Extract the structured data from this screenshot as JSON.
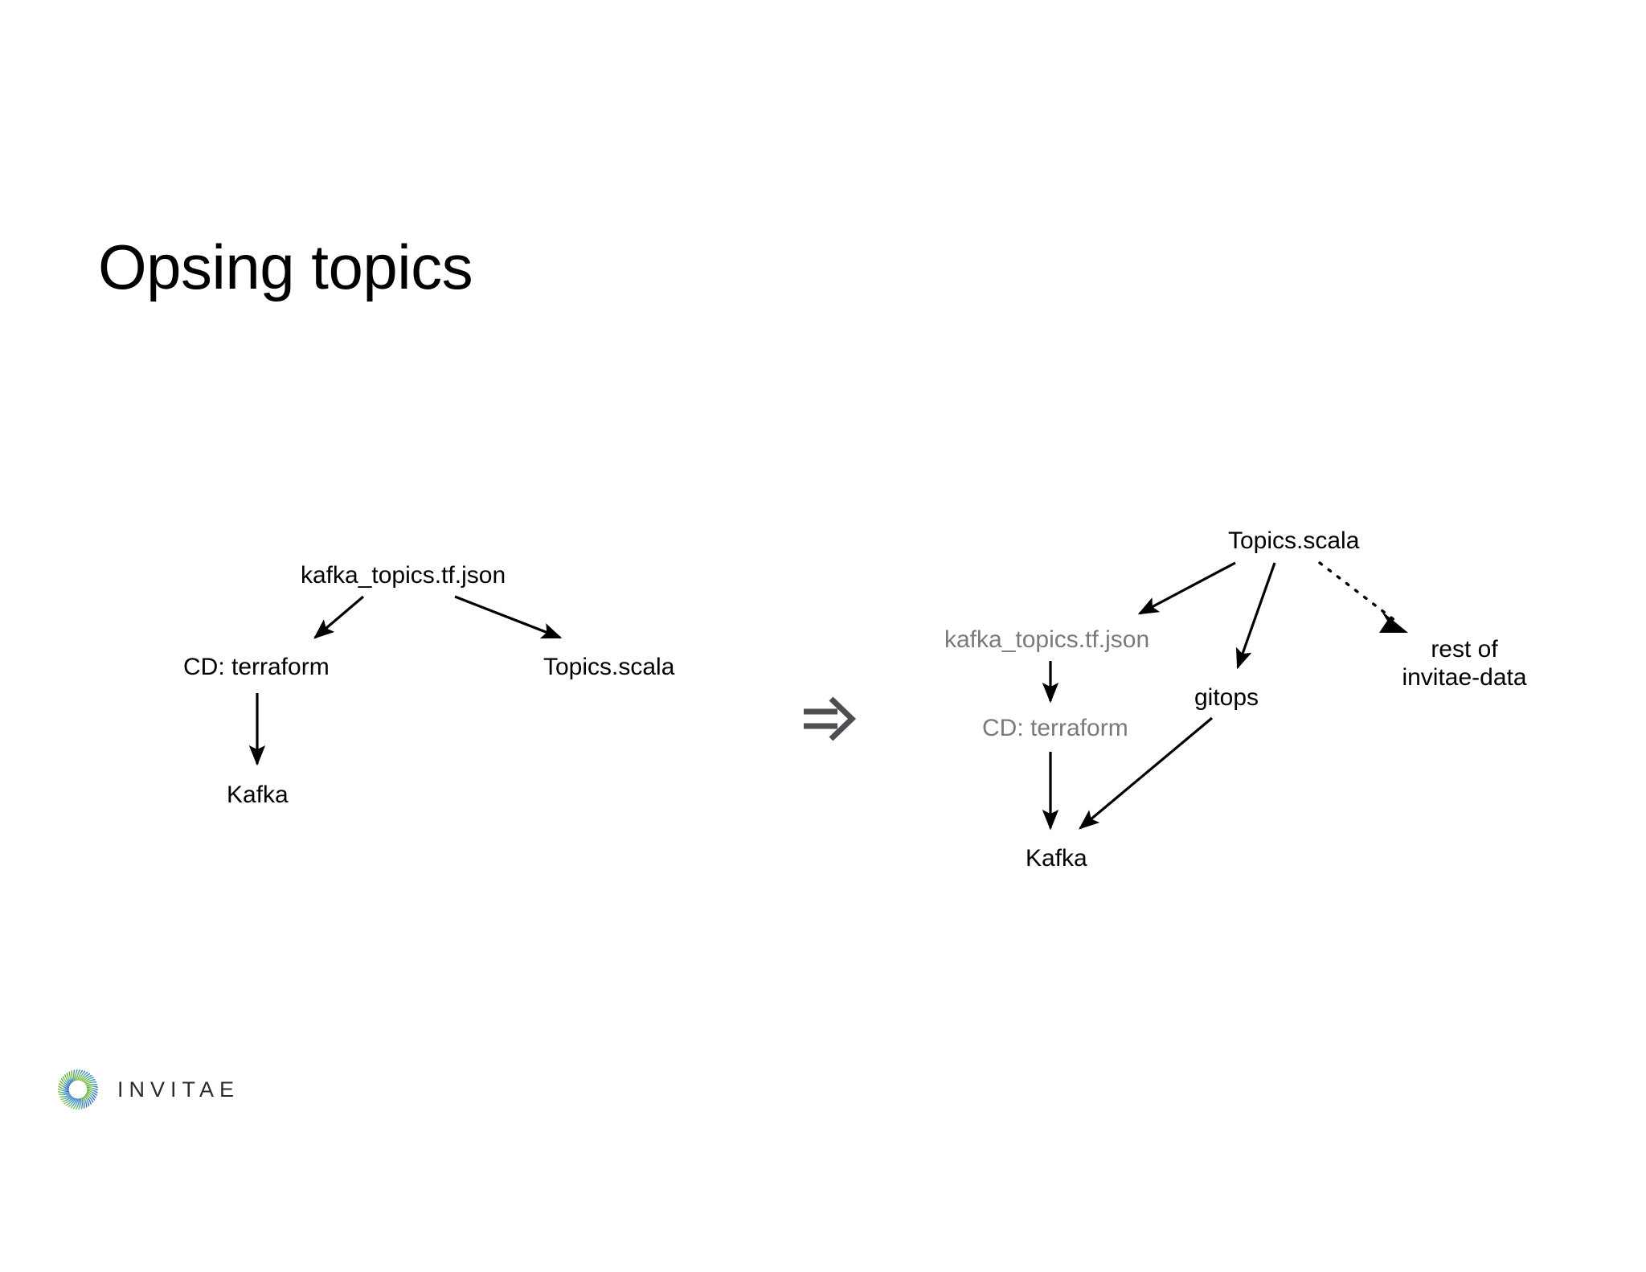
{
  "slide": {
    "title": "Opsing topics",
    "background": "#ffffff"
  },
  "colors": {
    "text": "#000000",
    "muted_text": "#7a7a7a",
    "arrow": "#000000",
    "transform_arrow": "#4d4d52",
    "logo_green": "#6aa84f",
    "logo_blue": "#3d85c6",
    "logo_wordmark": "#2b2b2b"
  },
  "diagram_left": {
    "name": "before-state",
    "nodes": [
      {
        "id": "root",
        "label": "kafka_topics.tf.json",
        "style": "normal"
      },
      {
        "id": "cd",
        "label": "CD: terraform",
        "style": "normal"
      },
      {
        "id": "topics",
        "label": "Topics.scala",
        "style": "normal"
      },
      {
        "id": "kafka",
        "label": "Kafka",
        "style": "normal"
      }
    ],
    "edges": [
      {
        "from": "root",
        "to": "cd",
        "style": "solid"
      },
      {
        "from": "root",
        "to": "topics",
        "style": "solid"
      },
      {
        "from": "cd",
        "to": "kafka",
        "style": "solid"
      }
    ]
  },
  "transform": {
    "glyph": "double-right-arrow",
    "label": "⇒"
  },
  "diagram_right": {
    "name": "after-state",
    "nodes": [
      {
        "id": "root",
        "label": "Topics.scala",
        "style": "normal"
      },
      {
        "id": "json",
        "label": "kafka_topics.tf.json",
        "style": "muted"
      },
      {
        "id": "cd",
        "label": "CD: terraform",
        "style": "muted"
      },
      {
        "id": "gitops",
        "label": "gitops",
        "style": "normal"
      },
      {
        "id": "rest",
        "label": "rest of\ninvitae-data",
        "label_line1": "rest of",
        "label_line2": "invitae-data",
        "style": "normal"
      },
      {
        "id": "kafka",
        "label": "Kafka",
        "style": "normal"
      }
    ],
    "edges": [
      {
        "from": "root",
        "to": "json",
        "style": "solid"
      },
      {
        "from": "root",
        "to": "gitops",
        "style": "solid"
      },
      {
        "from": "root",
        "to": "rest",
        "style": "dotted"
      },
      {
        "from": "json",
        "to": "cd",
        "style": "solid"
      },
      {
        "from": "cd",
        "to": "kafka",
        "style": "solid"
      },
      {
        "from": "gitops",
        "to": "kafka",
        "style": "solid"
      }
    ]
  },
  "logo": {
    "mark": "invitae-swirl-icon",
    "wordmark": "INVITAE"
  }
}
